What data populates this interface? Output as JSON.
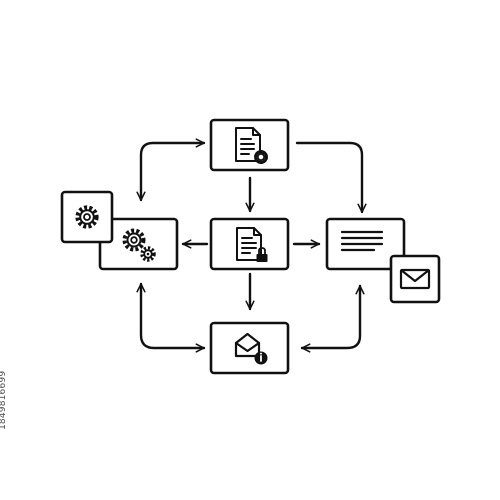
{
  "colors": {
    "stroke": "#111111",
    "background": "#ffffff",
    "watermark": "#4a4a4a"
  },
  "nodes": [
    {
      "id": "doc-settings",
      "icon": "document-gear-icon"
    },
    {
      "id": "doc-locked",
      "icon": "document-lock-icon"
    },
    {
      "id": "settings",
      "icon": "gears-icon"
    },
    {
      "id": "settings-small",
      "icon": "gear-icon"
    },
    {
      "id": "message",
      "icon": "text-lines-icon"
    },
    {
      "id": "mail-small",
      "icon": "envelope-icon"
    },
    {
      "id": "mail-info",
      "icon": "envelope-info-icon"
    }
  ],
  "connections": [
    {
      "from": "settings",
      "to": "doc-settings",
      "arrows": "both"
    },
    {
      "from": "doc-settings",
      "to": "message",
      "arrows": "end"
    },
    {
      "from": "doc-settings",
      "to": "doc-locked",
      "arrows": "end"
    },
    {
      "from": "doc-locked",
      "to": "settings",
      "arrows": "end"
    },
    {
      "from": "doc-locked",
      "to": "message",
      "arrows": "end"
    },
    {
      "from": "doc-locked",
      "to": "mail-info",
      "arrows": "end"
    },
    {
      "from": "settings",
      "to": "mail-info",
      "arrows": "both"
    },
    {
      "from": "mail-info",
      "to": "message",
      "arrows": "both"
    }
  ],
  "side_text": "1849816699"
}
